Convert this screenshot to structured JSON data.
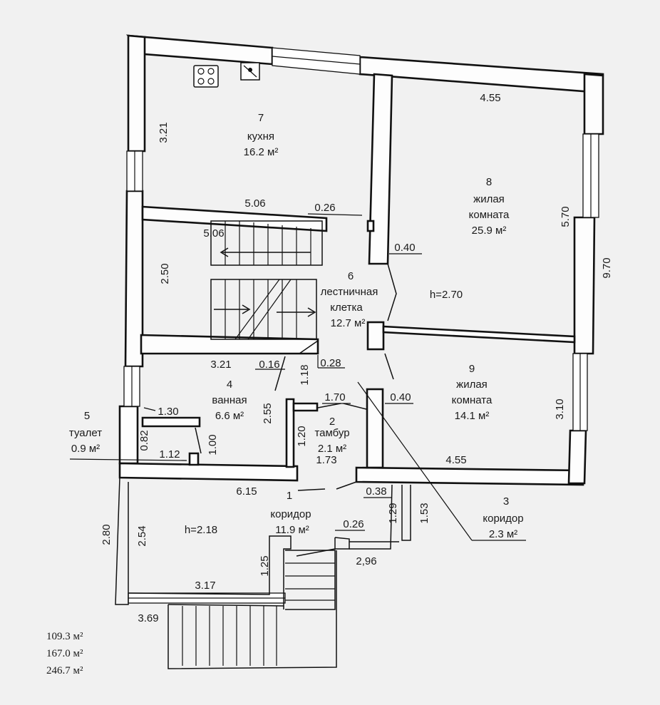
{
  "rooms": [
    {
      "no": "7",
      "name": "кухня",
      "area": "16.2 м²"
    },
    {
      "no": "8",
      "name1": "жилая",
      "name2": "комната",
      "area": "25.9 м²"
    },
    {
      "no": "6",
      "name1": "лестничная",
      "name2": "клетка",
      "area": "12.7 м²"
    },
    {
      "no": "9",
      "name1": "жилая",
      "name2": "комната",
      "area": "14.1 м²"
    },
    {
      "no": "4",
      "name": "ванная",
      "area": "6.6 м²"
    },
    {
      "no": "5",
      "name": "туалет",
      "area": "0.9 м²"
    },
    {
      "no": "2",
      "name": "тамбур",
      "area": "2.1 м²"
    },
    {
      "no": "1",
      "name": "коридор",
      "area": "11.9 м²"
    },
    {
      "no": "3",
      "name": "коридор",
      "area": "2.3 м²"
    }
  ],
  "heights": {
    "main": "h=2.70",
    "lower": "h=2.18"
  },
  "dims": {
    "kitchen_left": "3.21",
    "top_right": "4.55",
    "stair_top": "5.06",
    "stair_top2": "5.06",
    "n026a": "0.26",
    "stair_left": "2.50",
    "n040a": "0.40",
    "r8_right": "5.70",
    "overall_right": "9.70",
    "stair_bottom": "3.21",
    "n016": "0.16",
    "n028": "0.28",
    "n118": "1.18",
    "n255": "2.55",
    "n170": "1.70",
    "n040b": "0.40",
    "n130": "1.30",
    "n082": "0.82",
    "n100": "1.00",
    "n112": "1.12",
    "n120": "1.20",
    "n173": "1.73",
    "r9_right": "3.10",
    "r9_bottom": "4.55",
    "n615": "6.15",
    "n038": "0.38",
    "n129": "1.29",
    "n153": "1.53",
    "n280": "2.80",
    "n254": "2.54",
    "n026b": "0.26",
    "n125": "1.25",
    "n296": "2,96",
    "n317": "3.17",
    "n369": "3.69"
  },
  "totals": [
    "109.3 м²",
    "167.0 м²",
    "246.7 м²"
  ]
}
